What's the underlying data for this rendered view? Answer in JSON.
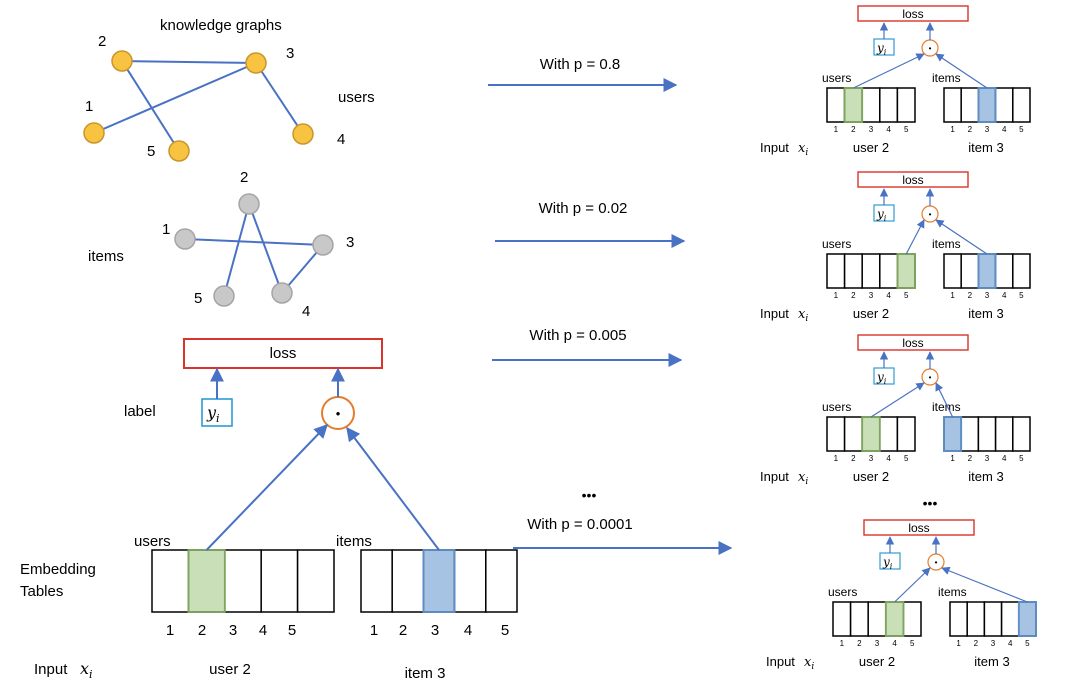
{
  "knowledge_graphs": {
    "title": "knowledge graphs",
    "users": {
      "label": "users",
      "node_color": "#F7C340",
      "node_stroke": "#C9962A",
      "nodes": [
        {
          "id": "1",
          "label": "1"
        },
        {
          "id": "2",
          "label": "2"
        },
        {
          "id": "3",
          "label": "3"
        },
        {
          "id": "4",
          "label": "4"
        },
        {
          "id": "5",
          "label": "5"
        }
      ],
      "edges": [
        [
          "2",
          "3"
        ],
        [
          "2",
          "5"
        ],
        [
          "3",
          "1"
        ],
        [
          "3",
          "4"
        ]
      ]
    },
    "items": {
      "label": "items",
      "node_color": "#C8C8C8",
      "node_stroke": "#A5A5A5",
      "nodes": [
        {
          "id": "1",
          "label": "1"
        },
        {
          "id": "2",
          "label": "2"
        },
        {
          "id": "3",
          "label": "3"
        },
        {
          "id": "4",
          "label": "4"
        },
        {
          "id": "5",
          "label": "5"
        }
      ],
      "edges": [
        [
          "1",
          "3"
        ],
        [
          "2",
          "5"
        ],
        [
          "2",
          "4"
        ],
        [
          "3",
          "4"
        ]
      ]
    }
  },
  "colors": {
    "edge": "#4A72C4",
    "loss_box": "#D9342B",
    "label_box": "#2E9BD6",
    "dot_circle": "#E57C2C",
    "user_cell": "#C9DFB7",
    "item_cell": "#A7C3E3",
    "user_cell_border": "#7FA55F",
    "item_cell_border": "#5D8EC6"
  },
  "main_model": {
    "loss": "loss",
    "label": "label",
    "y_symbol": "y",
    "y_subscript": "i",
    "dot": "•",
    "embedding_tables_line1": "Embedding",
    "embedding_tables_line2": "Tables",
    "users_label": "users",
    "items_label": "items",
    "user_indices": [
      "1",
      "2",
      "3",
      "4",
      "5"
    ],
    "item_indices": [
      "1",
      "2",
      "3",
      "4",
      "5"
    ],
    "selected_user": 2,
    "selected_item": 3,
    "input_label": "Input",
    "input_symbol": "x",
    "input_subscript": "i",
    "user_caption": "user 2",
    "item_caption": "item 3"
  },
  "branches": [
    {
      "probability": "With p = 0.8",
      "selected_user": 2,
      "selected_item": 3,
      "user_caption": "user 2",
      "item_caption": "item 3"
    },
    {
      "probability": "With p = 0.02",
      "selected_user": 5,
      "selected_item": 3,
      "user_caption": "user 2",
      "item_caption": "item 3"
    },
    {
      "probability": "With p = 0.005",
      "selected_user": 3,
      "selected_item": 1,
      "user_caption": "user 2",
      "item_caption": "item 3"
    },
    {
      "probability": "With p = 0.0001",
      "selected_user": 4,
      "selected_item": 5,
      "user_caption": "user 2",
      "item_caption": "item 3"
    }
  ],
  "ellipsis": "•••",
  "mini_model": {
    "loss": "loss",
    "y_symbol": "y",
    "y_subscript": "i",
    "dot": "•",
    "users_label": "users",
    "items_label": "items",
    "input_label": "Input",
    "input_symbol": "x",
    "input_subscript": "i",
    "indices": [
      "1",
      "2",
      "3",
      "4",
      "5"
    ]
  }
}
